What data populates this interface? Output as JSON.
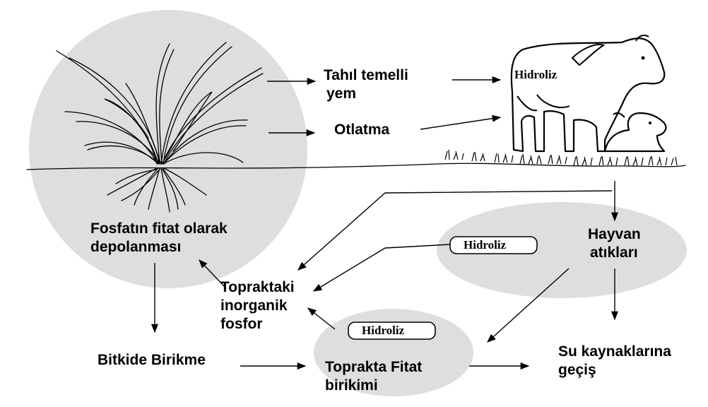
{
  "labels": {
    "tahil_line1": "Tahıl temelli",
    "tahil_line2": "yem",
    "otlatma": "Otlatma",
    "hidroliz_cow": "Hidroliz",
    "fosfat_line1": "Fosfatın fitat olarak",
    "fosfat_line2": "depolanması",
    "hayvan_line1": "Hayvan",
    "hayvan_line2": "atıkları",
    "hidroliz_top": "Hidroliz",
    "topraktaki_line1": "Topraktaki",
    "topraktaki_line2": "inorganik",
    "topraktaki_line3": "fosfor",
    "hidroliz_bottom": "Hidroliz",
    "bitkide": "Bitkide Birikme",
    "toprakta_line1": "Toprakta Fitat",
    "toprakta_line2": "birikimi",
    "su_line1": "Su kaynaklarına",
    "su_line2": "geçiş"
  },
  "icons": [
    "plant-illustration",
    "cow-and-calf-illustration",
    "grass-icon"
  ],
  "colors": {
    "bubble_fill": "#dedede",
    "ink": "#000000",
    "background": "#ffffff"
  }
}
